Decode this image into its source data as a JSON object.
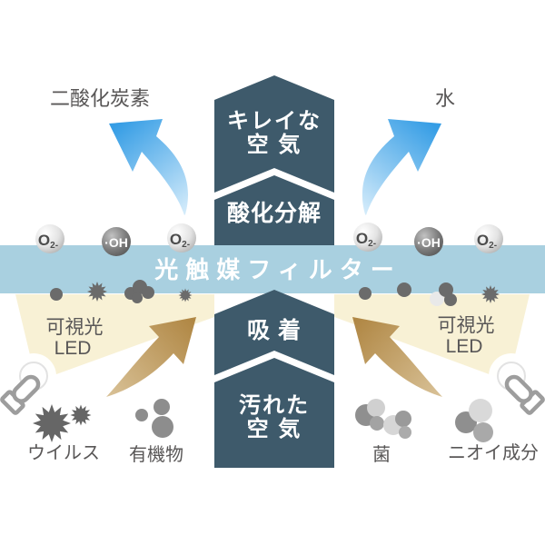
{
  "diagram": {
    "outputs": {
      "co2": "二酸化炭素",
      "water": "水"
    },
    "filter_band": {
      "title": "光触媒フィルター"
    },
    "flow_column": {
      "clean_air_line1": "キレイな",
      "clean_air_line2": "空 気",
      "oxidation": "酸化分解",
      "adsorption": "吸 着",
      "dirty_air_line1": "汚れた",
      "dirty_air_line2": "空 気"
    },
    "radicals": {
      "superoxide": {
        "symbol": "O",
        "charge": "2-"
      },
      "hydroxyl": "·OH"
    },
    "light_source": {
      "line1": "可視光",
      "line2": "LED"
    },
    "pollutants": {
      "virus": "ウイルス",
      "organic_matter": "有機物",
      "bacteria": "菌",
      "odor": "ニオイ成分"
    },
    "colors": {
      "column": "#3e5a6b",
      "filter_band": "#a9d0e0",
      "light_beam": "#f8f1d5",
      "clean_arrow": "#3aa0e6",
      "dirty_arrow": "#b28a47",
      "label_text": "#595757"
    }
  }
}
